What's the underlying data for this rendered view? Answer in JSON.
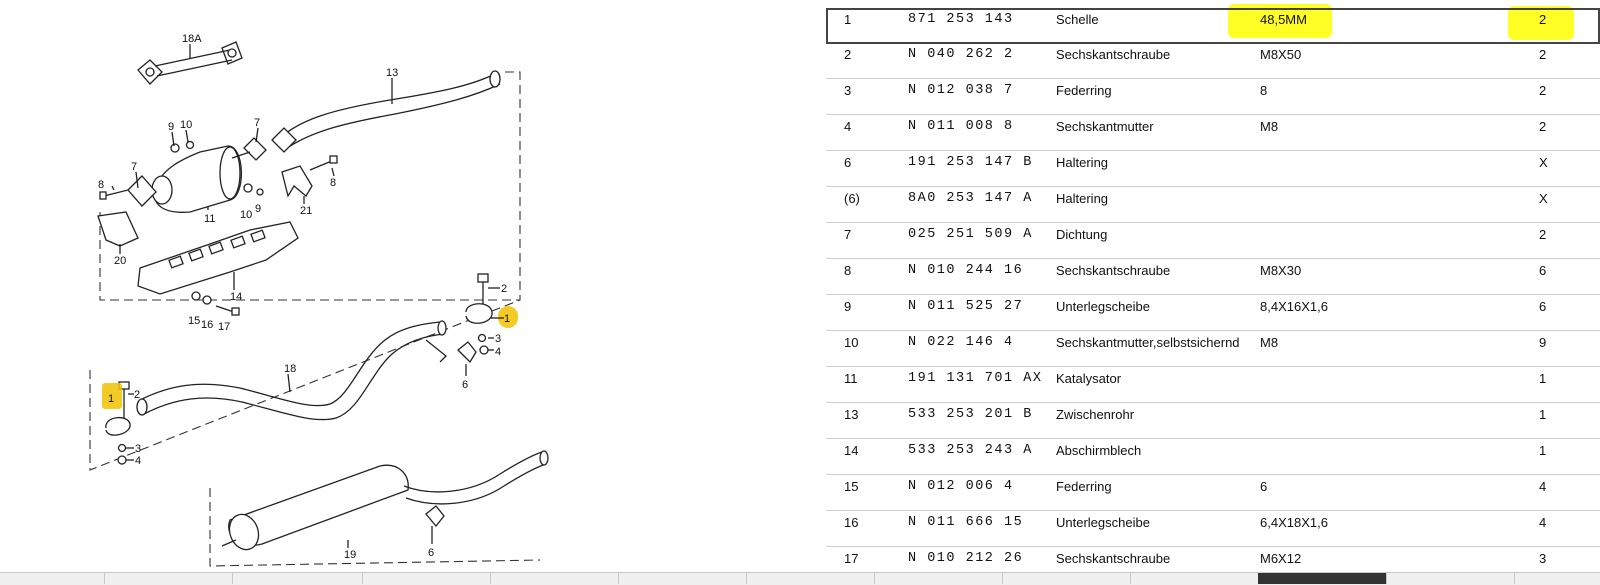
{
  "diagram": {
    "callouts": [
      "18A",
      "13",
      "7",
      "9",
      "10",
      "7",
      "8",
      "8",
      "11",
      "10",
      "9",
      "21",
      "20",
      "14",
      "15",
      "16",
      "17",
      "2",
      "1",
      "3",
      "4",
      "6",
      "18",
      "1",
      "2",
      "3",
      "4",
      "19",
      "6"
    ],
    "marker_color": "#f2c200"
  },
  "table": {
    "rows": [
      {
        "pos": "1",
        "pn": "871 253 143",
        "desc": "Schelle",
        "spec": "48,5MM",
        "qty": "2"
      },
      {
        "pos": "2",
        "pn": "N  040 262 2",
        "desc": "Sechskantschraube",
        "spec": "M8X50",
        "qty": "2"
      },
      {
        "pos": "3",
        "pn": "N  012 038 7",
        "desc": "Federring",
        "spec": "8",
        "qty": "2"
      },
      {
        "pos": "4",
        "pn": "N  011 008 8",
        "desc": "Sechskantmutter",
        "spec": "M8",
        "qty": "2"
      },
      {
        "pos": "6",
        "pn": "191 253 147 B",
        "desc": "Haltering",
        "spec": "",
        "qty": "X"
      },
      {
        "pos": "(6)",
        "pn": "8A0 253 147 A",
        "desc": "Haltering",
        "spec": "",
        "qty": "X"
      },
      {
        "pos": "7",
        "pn": "025 251 509 A",
        "desc": "Dichtung",
        "spec": "",
        "qty": "2"
      },
      {
        "pos": "8",
        "pn": "N  010 244 16",
        "desc": "Sechskantschraube",
        "spec": "M8X30",
        "qty": "6"
      },
      {
        "pos": "9",
        "pn": "N  011 525 27",
        "desc": "Unterlegscheibe",
        "spec": "8,4X16X1,6",
        "qty": "6"
      },
      {
        "pos": "10",
        "pn": "N  022 146 4",
        "desc": "Sechskantmutter,selbstsichernd",
        "spec": "M8",
        "qty": "9"
      },
      {
        "pos": "11",
        "pn": "191 131 701 AX",
        "desc": "Katalysator",
        "spec": "",
        "qty": "1"
      },
      {
        "pos": "13",
        "pn": "533 253 201 B",
        "desc": "Zwischenrohr",
        "spec": "",
        "qty": "1"
      },
      {
        "pos": "14",
        "pn": "533 253 243 A",
        "desc": "Abschirmblech",
        "spec": "",
        "qty": "1"
      },
      {
        "pos": "15",
        "pn": "N  012 006 4",
        "desc": "Federring",
        "spec": "6",
        "qty": "4"
      },
      {
        "pos": "16",
        "pn": "N  011 666 15",
        "desc": "Unterlegscheibe",
        "spec": "6,4X18X1,6",
        "qty": "4"
      },
      {
        "pos": "17",
        "pn": "N  010 212 26",
        "desc": "Sechskantschraube",
        "spec": "M6X12",
        "qty": "3"
      }
    ],
    "highlight_color": "#ffff00"
  }
}
